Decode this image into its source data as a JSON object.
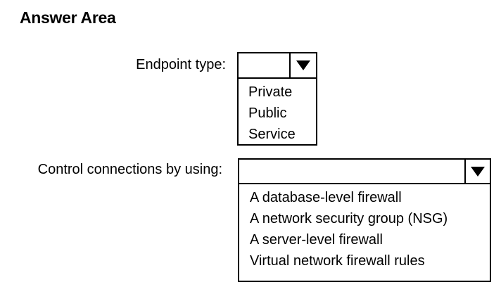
{
  "heading": "Answer Area",
  "endpoint": {
    "label": "Endpoint type:",
    "selected": "",
    "options": [
      "Private",
      "Public",
      "Service"
    ]
  },
  "control": {
    "label": "Control connections by using:",
    "selected": "",
    "options": [
      "A database-level firewall",
      "A network security group (NSG)",
      "A server-level firewall",
      "Virtual network firewall rules"
    ]
  },
  "icons": {
    "dropdown_arrow": "triangle-down-icon"
  },
  "colors": {
    "text": "#000000",
    "border": "#000000",
    "background": "#ffffff"
  }
}
